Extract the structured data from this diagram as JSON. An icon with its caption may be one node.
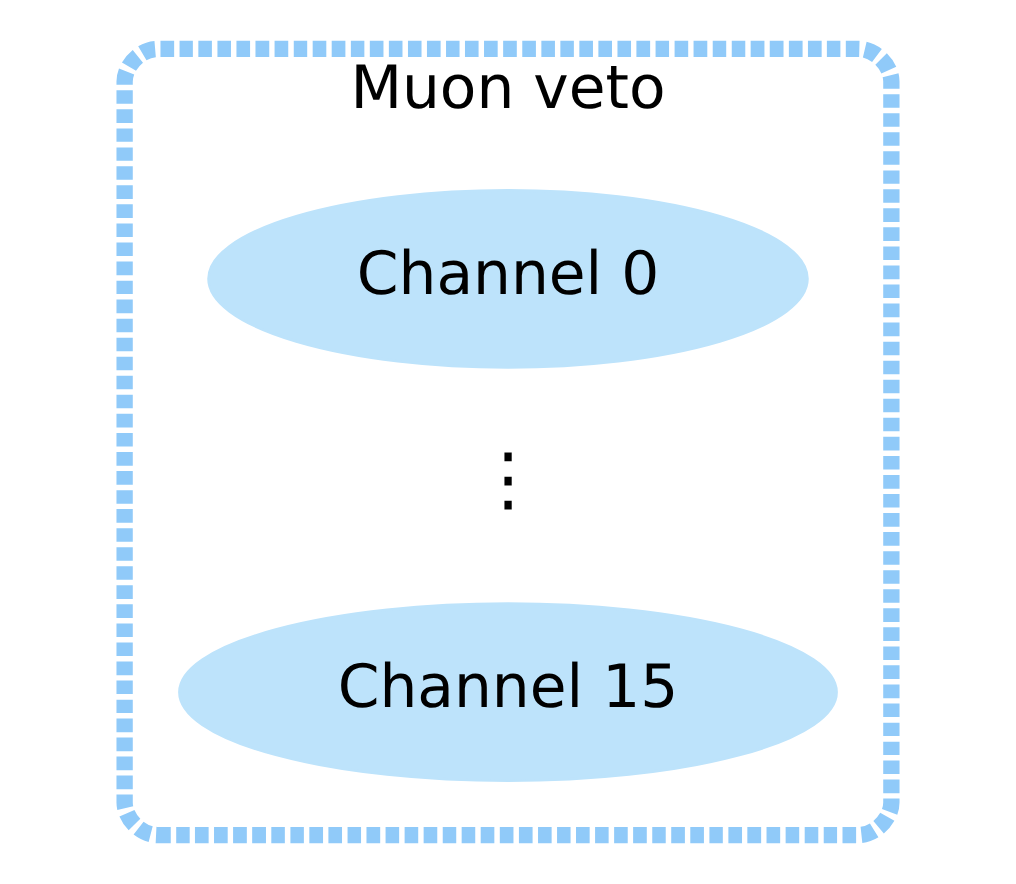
{
  "diagram": {
    "nodes": [
      {
        "text": [
          "Muon veto"
        ]
      },
      {
        "text": [
          "Channel 0"
        ],
        "in": 0
      },
      {
        "text": [
          "Channel 15"
        ],
        "in": 0
      }
    ],
    "labels": [
      "⋮"
    ]
  }
}
